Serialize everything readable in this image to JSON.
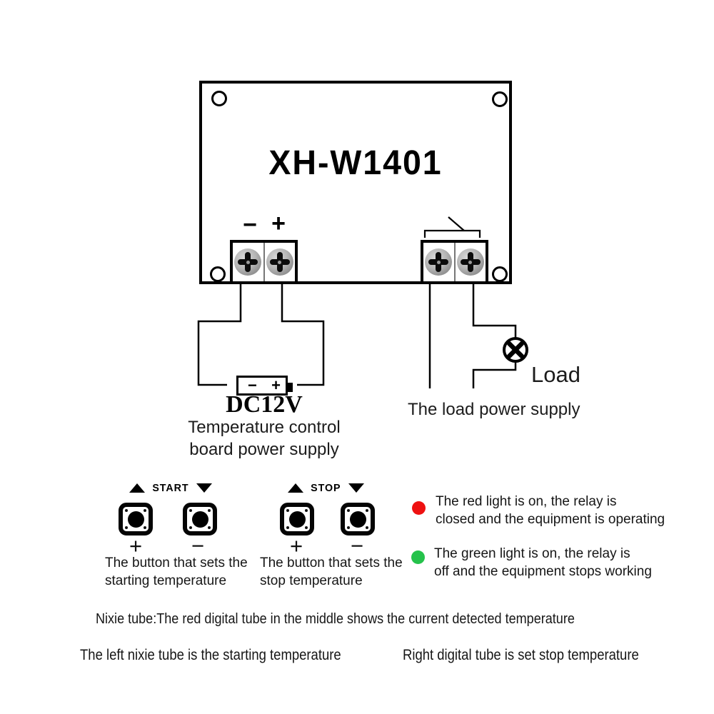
{
  "board": {
    "title": "XH-W1401",
    "power_terminal": {
      "neg": "−",
      "pos": "+"
    }
  },
  "power_supply": {
    "battery_neg": "−",
    "battery_pos": "+",
    "voltage": "DC12V",
    "caption_line1": "Temperature control",
    "caption_line2": "board power supply"
  },
  "load": {
    "label": "Load",
    "caption": "The load power supply"
  },
  "buttons": {
    "start": {
      "name": "START",
      "plus": "+",
      "minus": "−",
      "caption_line1": "The button that sets the",
      "caption_line2": "starting temperature"
    },
    "stop": {
      "name": "STOP",
      "plus": "+",
      "minus": "−",
      "caption_line1": "The button that sets the",
      "caption_line2": "stop temperature"
    }
  },
  "indicators": {
    "red": {
      "color": "#ee1111",
      "line1": "The red light is on, the relay is",
      "line2": "closed and the equipment is operating"
    },
    "green": {
      "color": "#25c24b",
      "line1": "The green light is on, the relay is",
      "line2": "off and the equipment stops working"
    }
  },
  "notes": {
    "nixie": "Nixie tube:The red digital tube in the middle shows the current detected temperature",
    "left_tube": "The left nixie tube is the starting temperature",
    "right_tube": "Right digital tube is set stop temperature"
  }
}
